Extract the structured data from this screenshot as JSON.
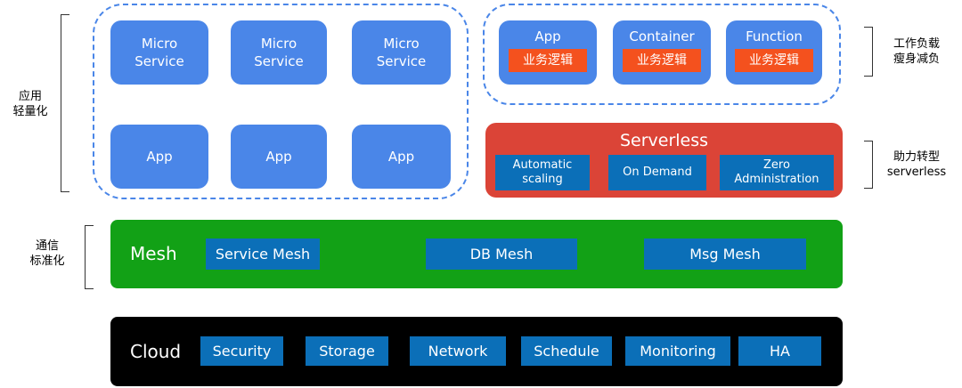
{
  "left_labels": {
    "app_light": [
      "应用",
      "轻量化"
    ],
    "comm_std": [
      "通信",
      "标准化"
    ]
  },
  "right_labels": {
    "workload": [
      "工作负载",
      "瘦身减负"
    ],
    "serverless_help": [
      "助力转型",
      "serverless"
    ]
  },
  "micro_services": [
    {
      "line1": "Micro",
      "line2": "Service"
    },
    {
      "line1": "Micro",
      "line2": "Service"
    },
    {
      "line1": "Micro",
      "line2": "Service"
    }
  ],
  "apps": [
    "App",
    "App",
    "App"
  ],
  "workloads": [
    {
      "title": "App",
      "biz": "业务逻辑"
    },
    {
      "title": "Container",
      "biz": "业务逻辑"
    },
    {
      "title": "Function",
      "biz": "业务逻辑"
    }
  ],
  "serverless": {
    "title": "Serverless",
    "features": [
      {
        "line1": "Automatic",
        "line2": "scaling"
      },
      {
        "line1": "On Demand",
        "line2": ""
      },
      {
        "line1": "Zero",
        "line2": "Administration"
      }
    ]
  },
  "mesh": {
    "title": "Mesh",
    "items": [
      "Service Mesh",
      "DB Mesh",
      "Msg Mesh"
    ]
  },
  "cloud": {
    "title": "Cloud",
    "items": [
      "Security",
      "Storage",
      "Network",
      "Schedule",
      "Monitoring",
      "HA"
    ]
  },
  "colors": {
    "blue": "#4a86e8",
    "dark_blue": "#0b6fb8",
    "orange": "#f4511e",
    "serverless_red": "#db4437",
    "mesh_green": "#12a116",
    "cloud_black": "#000000"
  }
}
